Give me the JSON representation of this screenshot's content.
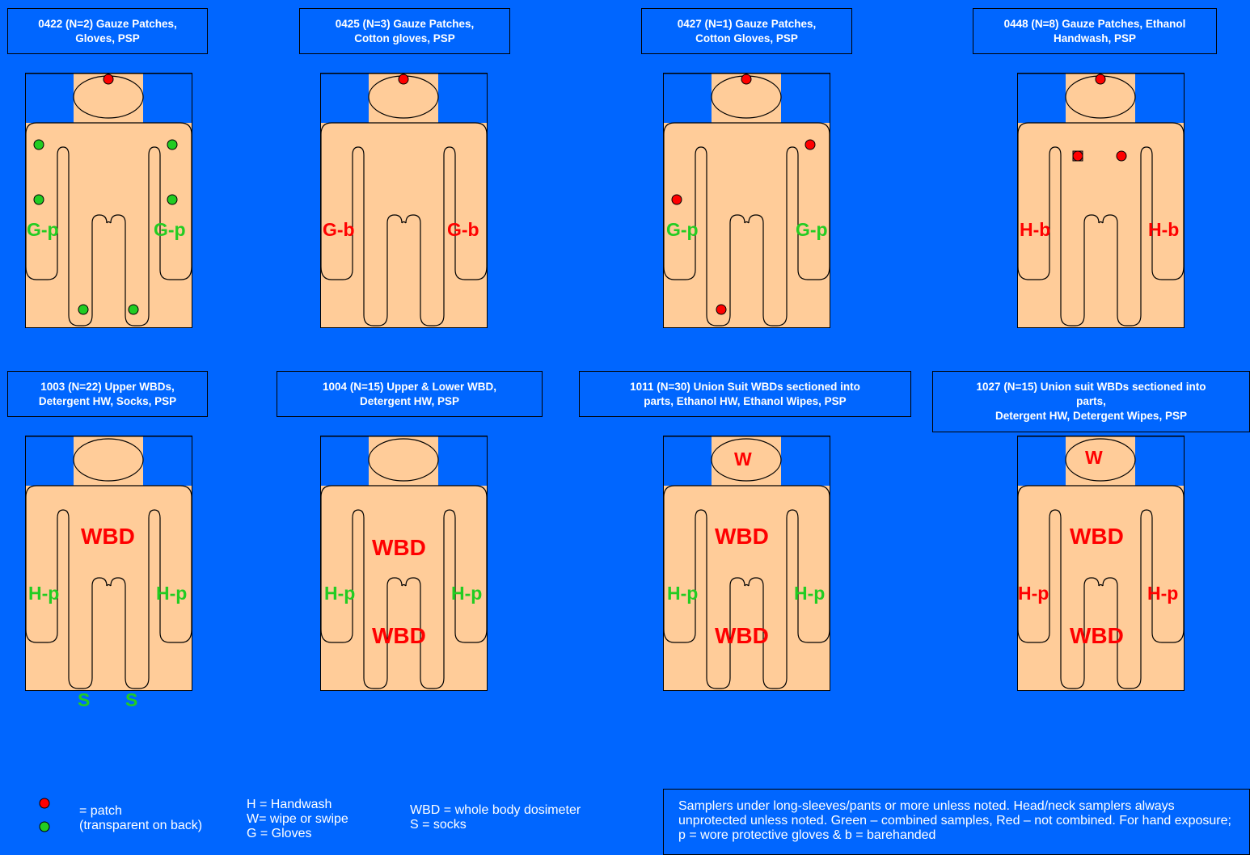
{
  "colors": {
    "background": "#0066ff",
    "skin": "#ffcc99",
    "combined": "#22cc22",
    "not_combined": "#ff0000"
  },
  "studies": [
    {
      "title_line1": "0422 (N=2) Gauze Patches,",
      "title_line2": "Gloves, PSP",
      "labels": [
        {
          "text": "G-p",
          "color": "green"
        },
        {
          "text": "G-p",
          "color": "green"
        }
      ],
      "patches": [
        {
          "location": "upper arm left",
          "color": "green"
        },
        {
          "location": "upper arm right",
          "color": "green"
        },
        {
          "location": "lower arm left",
          "color": "green"
        },
        {
          "location": "lower arm right",
          "color": "green"
        },
        {
          "location": "ankle left",
          "color": "green"
        },
        {
          "location": "ankle right",
          "color": "green"
        },
        {
          "location": "head",
          "color": "red"
        }
      ]
    },
    {
      "title_line1": "0425 (N=3) Gauze Patches,",
      "title_line2": "Cotton gloves, PSP",
      "labels": [
        {
          "text": "G-b",
          "color": "red"
        },
        {
          "text": "G-b",
          "color": "red"
        }
      ],
      "patches": [
        {
          "location": "head",
          "color": "red"
        }
      ]
    },
    {
      "title_line1": "0427 (N=1) Gauze Patches,",
      "title_line2": "Cotton Gloves, PSP",
      "labels": [
        {
          "text": "G-p",
          "color": "green"
        },
        {
          "text": "G-p",
          "color": "green"
        }
      ],
      "patches": [
        {
          "location": "head",
          "color": "red"
        },
        {
          "location": "upper arm right",
          "color": "red"
        },
        {
          "location": "lower arm left",
          "color": "red"
        },
        {
          "location": "ankle left",
          "color": "red"
        }
      ]
    },
    {
      "title_line1": "0448 (N=8) Gauze Patches, Ethanol",
      "title_line2": "Handwash, PSP",
      "labels": [
        {
          "text": "H-b",
          "color": "red"
        },
        {
          "text": "H-b",
          "color": "red"
        }
      ],
      "patches": [
        {
          "location": "head",
          "color": "red"
        },
        {
          "location": "chest left (square marker)",
          "color": "red"
        },
        {
          "location": "chest right",
          "color": "red"
        }
      ]
    },
    {
      "title_line1": "1003 (N=22) Upper WBDs,",
      "title_line2": "Detergent HW, Socks, PSP",
      "labels": [
        {
          "text": "H-p",
          "color": "green"
        },
        {
          "text": "H-p",
          "color": "green"
        },
        {
          "text": "WBD",
          "color": "red"
        },
        {
          "text": "S",
          "color": "green"
        },
        {
          "text": "S",
          "color": "green"
        }
      ],
      "patches": []
    },
    {
      "title_line1": "1004 (N=15) Upper & Lower WBD,",
      "title_line2": "Detergent HW, PSP",
      "labels": [
        {
          "text": "H-p",
          "color": "green"
        },
        {
          "text": "H-p",
          "color": "green"
        },
        {
          "text": "WBD",
          "color": "red"
        },
        {
          "text": "WBD",
          "color": "red"
        }
      ],
      "patches": []
    },
    {
      "title_line1": "1011 (N=30) Union Suit WBDs sectioned into",
      "title_line2": "parts, Ethanol HW, Ethanol Wipes, PSP",
      "labels": [
        {
          "text": "H-p",
          "color": "green"
        },
        {
          "text": "H-p",
          "color": "green"
        },
        {
          "text": "W",
          "color": "red"
        },
        {
          "text": "WBD",
          "color": "red"
        },
        {
          "text": "WBD",
          "color": "red"
        }
      ],
      "patches": []
    },
    {
      "title_line1": "1027 (N=15) Union suit WBDs sectioned into",
      "title_line2": "parts,",
      "title_line3": "Detergent HW, Detergent Wipes, PSP",
      "labels": [
        {
          "text": "H-p",
          "color": "red"
        },
        {
          "text": "H-p",
          "color": "red"
        },
        {
          "text": "W",
          "color": "red"
        },
        {
          "text": "WBD",
          "color": "red"
        },
        {
          "text": "WBD",
          "color": "red"
        }
      ],
      "patches": []
    }
  ],
  "legend": {
    "patch_text": "= patch\n(transparent on back)",
    "codes_text": "H = Handwash\nW= wipe or swipe\nG = Gloves",
    "codes2_text": "WBD = whole body dosimeter\nS = socks",
    "note": "Samplers under long-sleeves/pants or more unless noted.  Head/neck samplers always unprotected unless noted.  Green – combined samples, Red – not combined. For hand exposure; p = wore protective gloves & b = barehanded"
  }
}
